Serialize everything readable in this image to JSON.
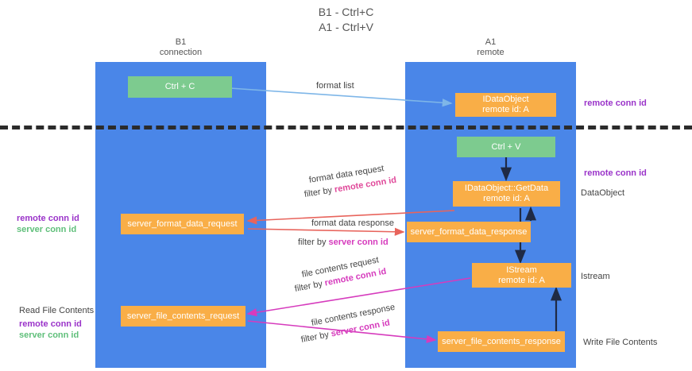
{
  "title": "B1 - Ctrl+C\nA1 - Ctrl+V",
  "columns": {
    "left": "B1\nconnection",
    "right": "A1\nremote"
  },
  "boxes": {
    "ctrl_c": {
      "line1": "Ctrl + C",
      "color": "#7dcb8f"
    },
    "idataobject": {
      "line1": "IDataObject",
      "line2": "remote id: A",
      "color": "#f9ae47"
    },
    "ctrl_v": {
      "line1": "Ctrl + V",
      "color": "#7dcb8f"
    },
    "getdata": {
      "line1": "IDataObject::GetData",
      "line2": "remote id: A",
      "color": "#f9ae47"
    },
    "server_format_data_request": {
      "line1": "server_format_data_request",
      "color": "#f9ae47"
    },
    "server_format_data_response": {
      "line1": "server_format_data_response",
      "color": "#f9ae47"
    },
    "istream": {
      "line1": "IStream",
      "line2": "remote id: A",
      "color": "#f9ae47"
    },
    "server_file_contents_request": {
      "line1": "server_file_contents_request",
      "color": "#f9ae47"
    },
    "server_file_contents_response": {
      "line1": "server_file_contents_response",
      "color": "#f9ae47"
    }
  },
  "edge_labels": {
    "format_list": "format list",
    "format_data_request": "format data request",
    "format_data_request_filter_prefix": "filter by ",
    "format_data_request_filter_key": "remote conn id",
    "format_data_response": "format data response",
    "format_data_response_filter_prefix": "filter by ",
    "format_data_response_filter_key": "server conn id",
    "file_contents_request": "file contents request",
    "file_contents_request_filter_prefix": "filter by ",
    "file_contents_request_filter_key": "remote conn id",
    "file_contents_response": "file contents response",
    "file_contents_response_filter_prefix": "filter by ",
    "file_contents_response_filter_key": "server conn id"
  },
  "annotations": {
    "right_top_conn_id": "remote conn id",
    "right_mid_conn_id": "remote conn id",
    "dataobject": "DataObject",
    "istream_label": "Istream",
    "write_file_contents": "Write File Contents",
    "read_file_contents": "Read File Contents",
    "left_mid_remote": "remote conn id",
    "left_mid_server": "server conn id",
    "left_bottom_remote": "remote conn id",
    "left_bottom_server": "server conn id"
  },
  "colors": {
    "lane": "#4a86e8",
    "green_box": "#7dcb8f",
    "orange_box": "#f9ae47",
    "purple_text": "#9a33c9",
    "green_text": "#5fbf7a",
    "pink_arrow": "#e8645c",
    "magenta_arrow": "#d63bbd",
    "blue_arrow": "#7eb6e8",
    "divider": "#2b2b2b"
  }
}
